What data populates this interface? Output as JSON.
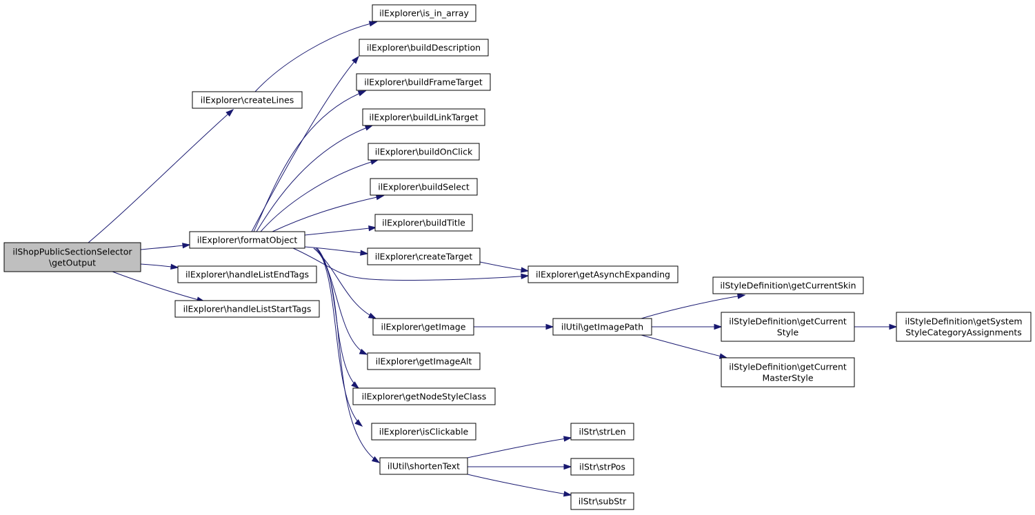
{
  "graph": {
    "colors": {
      "edge": "#191970",
      "node_border": "#000000",
      "node_fill": "#ffffff",
      "root_fill": "#bfbfbf"
    },
    "nodes": {
      "root": {
        "lines": [
          "ilShopPublicSectionSelector",
          "\\getOutput"
        ]
      },
      "createLines": {
        "lines": [
          "ilExplorer\\createLines"
        ]
      },
      "formatObject": {
        "lines": [
          "ilExplorer\\formatObject"
        ]
      },
      "handleListEndTags": {
        "lines": [
          "ilExplorer\\handleListEndTags"
        ]
      },
      "handleListStartTags": {
        "lines": [
          "ilExplorer\\handleListStartTags"
        ]
      },
      "is_in_array": {
        "lines": [
          "ilExplorer\\is_in_array"
        ]
      },
      "buildDescription": {
        "lines": [
          "ilExplorer\\buildDescription"
        ]
      },
      "buildFrameTarget": {
        "lines": [
          "ilExplorer\\buildFrameTarget"
        ]
      },
      "buildLinkTarget": {
        "lines": [
          "ilExplorer\\buildLinkTarget"
        ]
      },
      "buildOnClick": {
        "lines": [
          "ilExplorer\\buildOnClick"
        ]
      },
      "buildSelect": {
        "lines": [
          "ilExplorer\\buildSelect"
        ]
      },
      "buildTitle": {
        "lines": [
          "ilExplorer\\buildTitle"
        ]
      },
      "createTarget": {
        "lines": [
          "ilExplorer\\createTarget"
        ]
      },
      "getAsynchExpanding": {
        "lines": [
          "ilExplorer\\getAsynchExpanding"
        ]
      },
      "getImage": {
        "lines": [
          "ilExplorer\\getImage"
        ]
      },
      "getImageAlt": {
        "lines": [
          "ilExplorer\\getImageAlt"
        ]
      },
      "getNodeStyleClass": {
        "lines": [
          "ilExplorer\\getNodeStyleClass"
        ]
      },
      "isClickable": {
        "lines": [
          "ilExplorer\\isClickable"
        ]
      },
      "shortenText": {
        "lines": [
          "ilUtil\\shortenText"
        ]
      },
      "getImagePath": {
        "lines": [
          "ilUtil\\getImagePath"
        ]
      },
      "getCurrentSkin": {
        "lines": [
          "ilStyleDefinition\\getCurrentSkin"
        ]
      },
      "getCurrentStyle": {
        "lines": [
          "ilStyleDefinition\\getCurrent",
          "Style"
        ]
      },
      "getCurrentMasterStyle": {
        "lines": [
          "ilStyleDefinition\\getCurrent",
          "MasterStyle"
        ]
      },
      "getSystemStyleCategoryAssignments": {
        "lines": [
          "ilStyleDefinition\\getSystem",
          "StyleCategoryAssignments"
        ]
      },
      "strLen": {
        "lines": [
          "ilStr\\strLen"
        ]
      },
      "strPos": {
        "lines": [
          "ilStr\\strPos"
        ]
      },
      "subStr": {
        "lines": [
          "ilStr\\subStr"
        ]
      }
    },
    "edges": [
      [
        "root",
        "createLines"
      ],
      [
        "root",
        "formatObject"
      ],
      [
        "root",
        "handleListEndTags"
      ],
      [
        "root",
        "handleListStartTags"
      ],
      [
        "createLines",
        "is_in_array"
      ],
      [
        "formatObject",
        "buildDescription"
      ],
      [
        "formatObject",
        "buildFrameTarget"
      ],
      [
        "formatObject",
        "buildLinkTarget"
      ],
      [
        "formatObject",
        "buildOnClick"
      ],
      [
        "formatObject",
        "buildSelect"
      ],
      [
        "formatObject",
        "buildTitle"
      ],
      [
        "formatObject",
        "createTarget"
      ],
      [
        "formatObject",
        "getAsynchExpanding"
      ],
      [
        "formatObject",
        "getImage"
      ],
      [
        "formatObject",
        "getImageAlt"
      ],
      [
        "formatObject",
        "getNodeStyleClass"
      ],
      [
        "formatObject",
        "isClickable"
      ],
      [
        "formatObject",
        "shortenText"
      ],
      [
        "createTarget",
        "getAsynchExpanding"
      ],
      [
        "getImage",
        "getImagePath"
      ],
      [
        "getImagePath",
        "getCurrentSkin"
      ],
      [
        "getImagePath",
        "getCurrentStyle"
      ],
      [
        "getImagePath",
        "getCurrentMasterStyle"
      ],
      [
        "getCurrentStyle",
        "getSystemStyleCategoryAssignments"
      ],
      [
        "shortenText",
        "strLen"
      ],
      [
        "shortenText",
        "strPos"
      ],
      [
        "shortenText",
        "subStr"
      ]
    ]
  }
}
